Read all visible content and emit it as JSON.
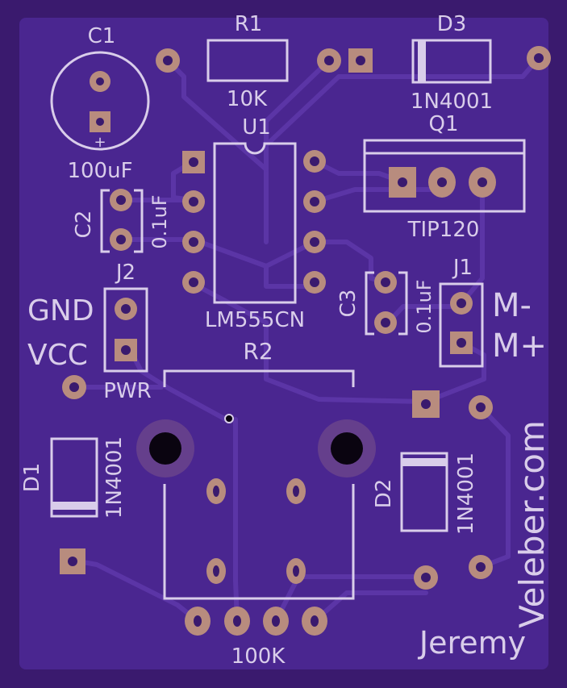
{
  "colors": {
    "board_edge": "#3c1c72",
    "board_fill": "#4a2690",
    "trace": "#57309f",
    "silk": "#d9cdea",
    "pad": "#b88c7e",
    "pad_hole": "#3a1a6e",
    "mount_hole": "#0a0410"
  },
  "labels": {
    "c1": "C1",
    "c1_value": "100uF",
    "c1_plus": "+",
    "r1": "R1",
    "r1_value": "10K",
    "d3": "D3",
    "d3_value": "1N4001",
    "u1": "U1",
    "u1_value": "LM555CN",
    "q1": "Q1",
    "q1_value": "TIP120",
    "c2": "C2",
    "c2_value": "0.1uF",
    "c3": "C3",
    "c3_value": "0.1uF",
    "j1": "J1",
    "j1_minus": "M-",
    "j1_plus": "M+",
    "j2": "J2",
    "j2_gnd": "GND",
    "j2_vcc": "VCC",
    "pwr": "PWR",
    "r2": "R2",
    "r2_value": "100K",
    "d1": "D1",
    "d1_value": "1N4001",
    "d2": "D2",
    "d2_value": "1N4001",
    "credit_url": "Veleber.com",
    "credit_name": "Jeremy"
  }
}
